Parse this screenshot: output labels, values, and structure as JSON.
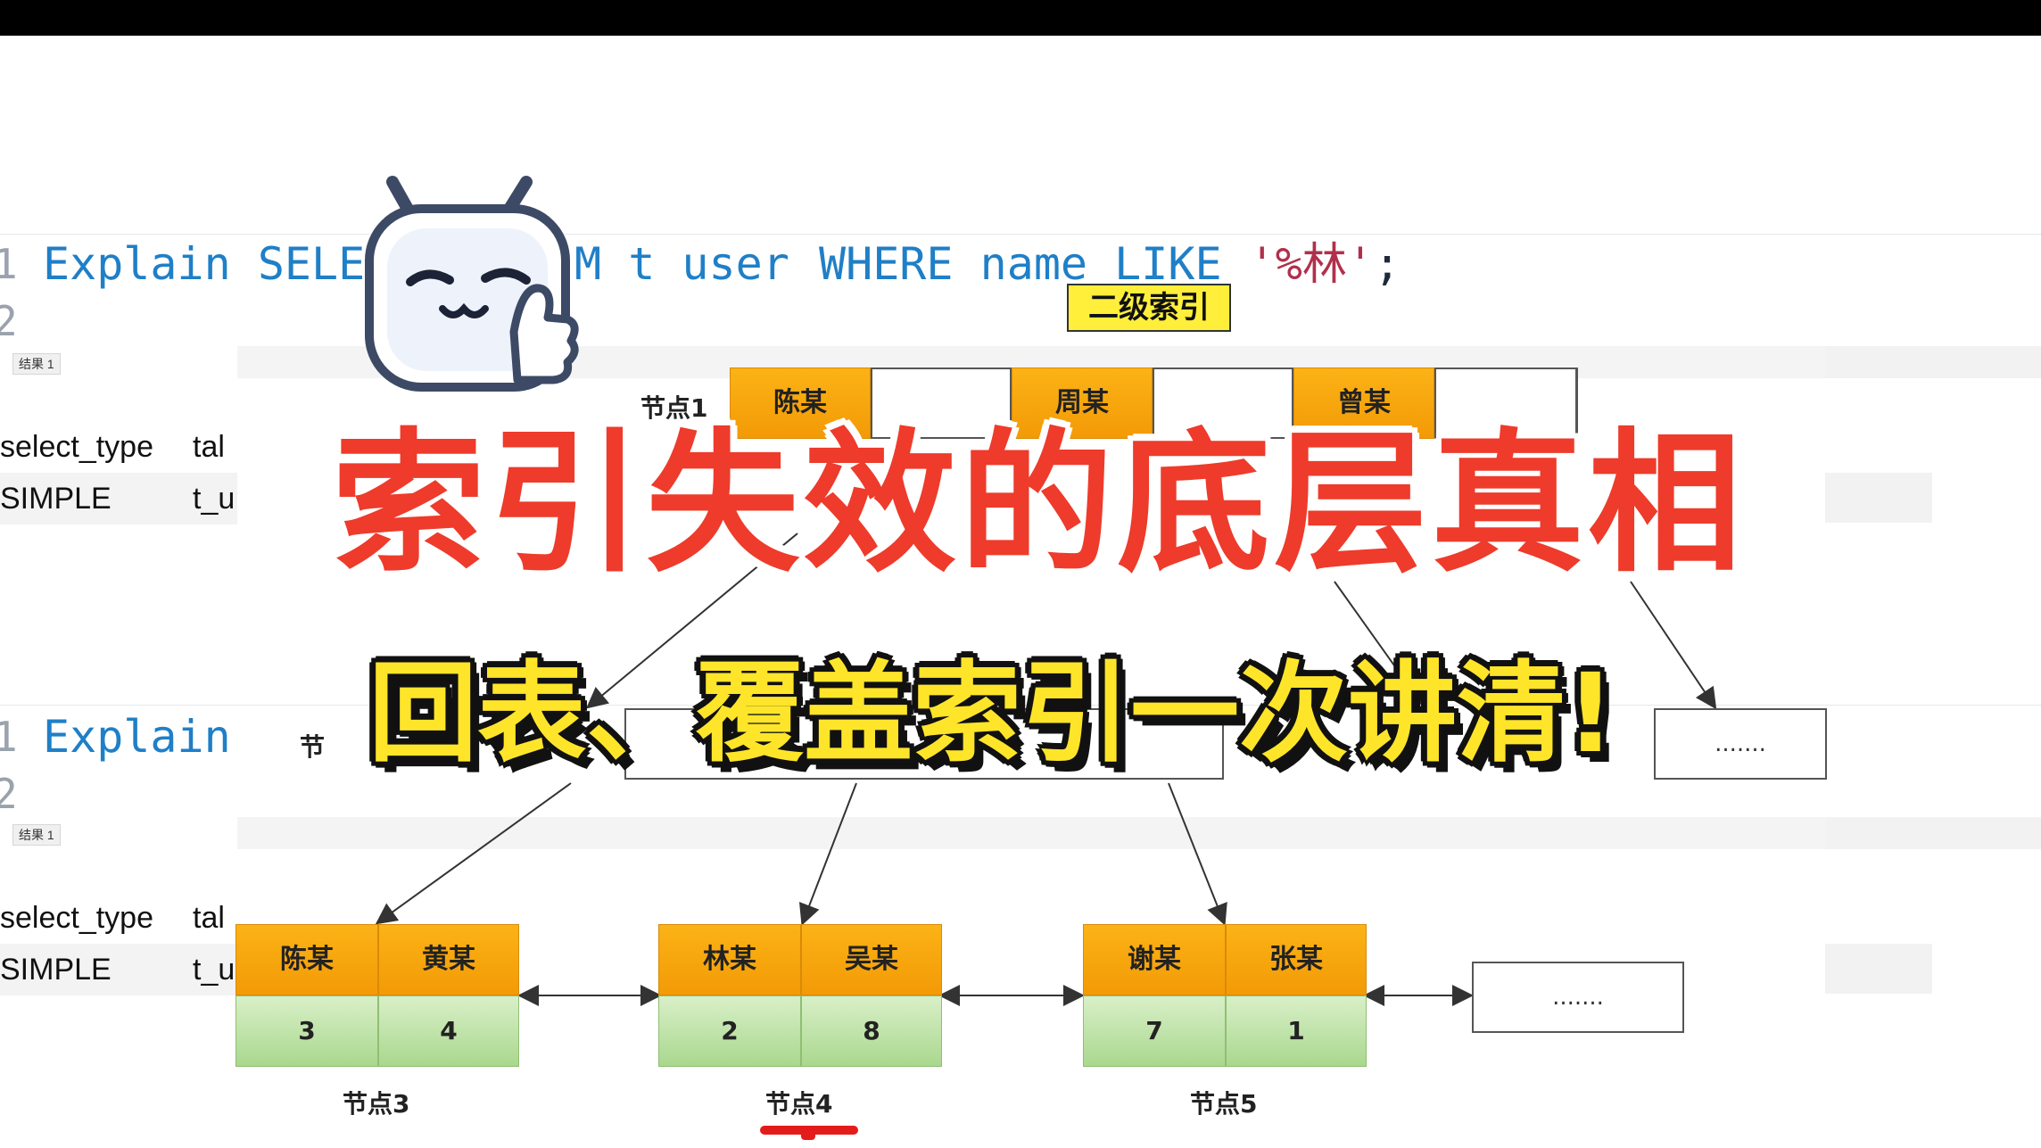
{
  "code": {
    "line1_num": "1",
    "line1": {
      "t1": "Explain",
      "t2": "SELE",
      "t3": "M t user",
      "t4": "WHERE",
      "t5": "name",
      "t6": "LIKE",
      "t7": "'%林'",
      "t8": ";"
    },
    "line2_num": "2",
    "line3_num": "1",
    "line3": {
      "t1": "Explain"
    },
    "line4_num": "2"
  },
  "result": {
    "tab_label": "结果 1",
    "header": {
      "c1": "select_type",
      "c2": "tal"
    },
    "row": {
      "c1": "SIMPLE",
      "c2": "t_u"
    }
  },
  "diagram": {
    "tag": "二级索引",
    "root": {
      "label": "节点1",
      "keys": [
        "陈某",
        "周某",
        "曾某"
      ]
    },
    "mid_right_dots": ".......",
    "mid_left_fragment": "节",
    "leaves": [
      {
        "label": "节点3",
        "keys": [
          "陈某",
          "黄某"
        ],
        "ids": [
          "3",
          "4"
        ]
      },
      {
        "label": "节点4",
        "keys": [
          "林某",
          "吴某"
        ],
        "ids": [
          "2",
          "8"
        ]
      },
      {
        "label": "节点5",
        "keys": [
          "谢某",
          "张某"
        ],
        "ids": [
          "7",
          "1"
        ]
      }
    ],
    "leaf_dots": "......."
  },
  "overlay": {
    "title": "索引失效的底层真相",
    "subtitle": "回表、覆盖索引一次讲清!"
  },
  "colors": {
    "key_orange": "#f7a80d",
    "id_green": "#bfe3a9",
    "title_red": "#ee3b2b",
    "subtitle_yellow": "#ffe52a"
  }
}
